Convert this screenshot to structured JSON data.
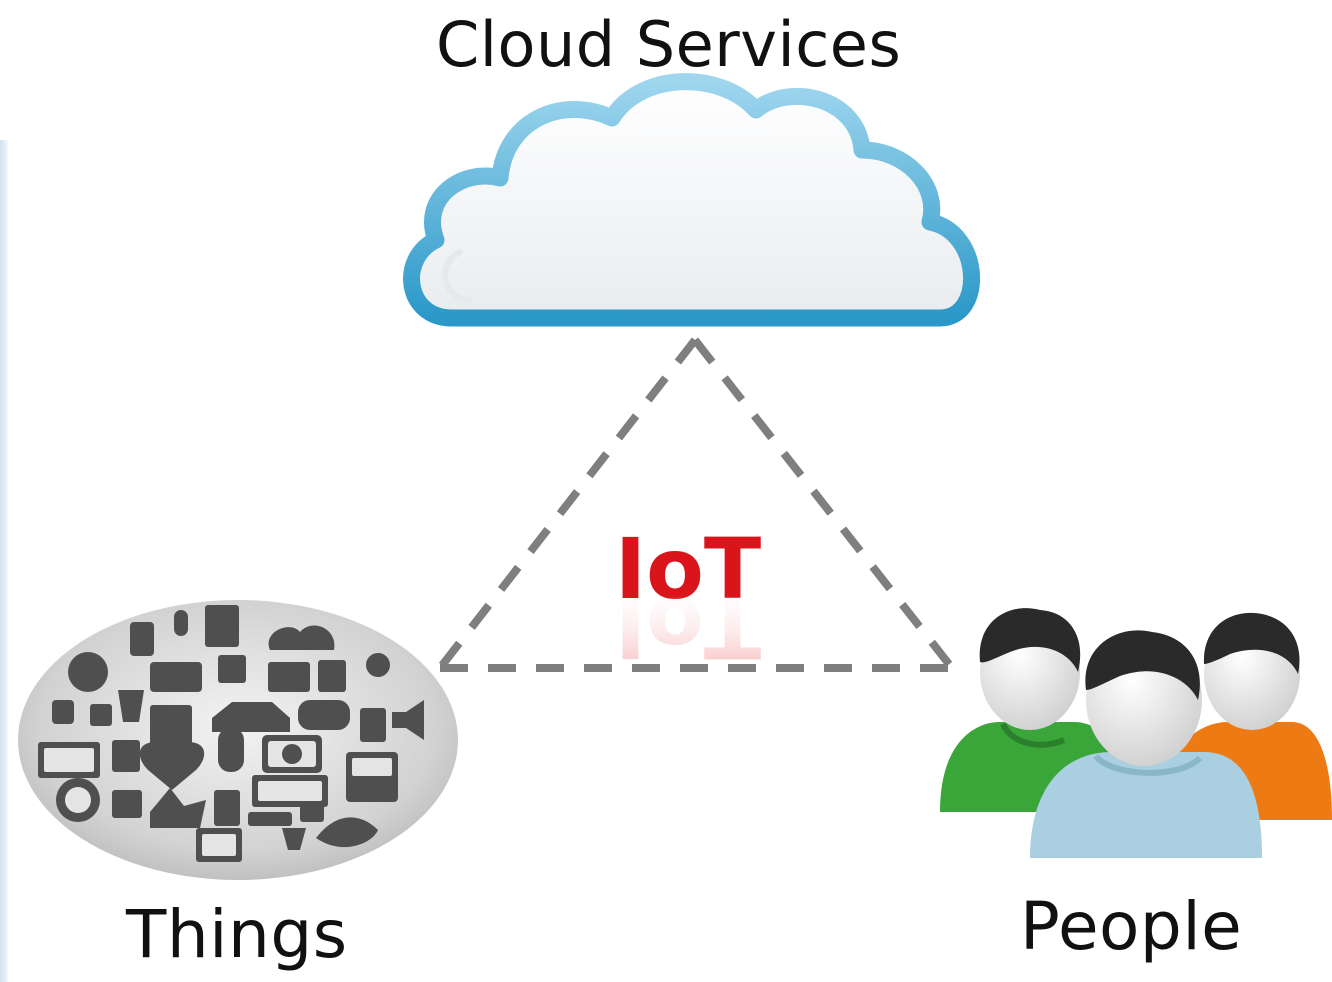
{
  "nodes": {
    "cloud": {
      "label": "Cloud Services",
      "icon": "cloud-icon"
    },
    "things": {
      "label": "Things",
      "icon": "devices-collage-icon"
    },
    "people": {
      "label": "People",
      "icon": "people-group-icon"
    }
  },
  "center": {
    "label": "IoT"
  },
  "colors": {
    "connector": "#7f7f7f",
    "iot_red": "#d9151b",
    "cloud_outline": "#2f9fd0",
    "person_green": "#3aa63a",
    "person_orange": "#ee7a13",
    "person_blue": "#a9cfe0"
  }
}
